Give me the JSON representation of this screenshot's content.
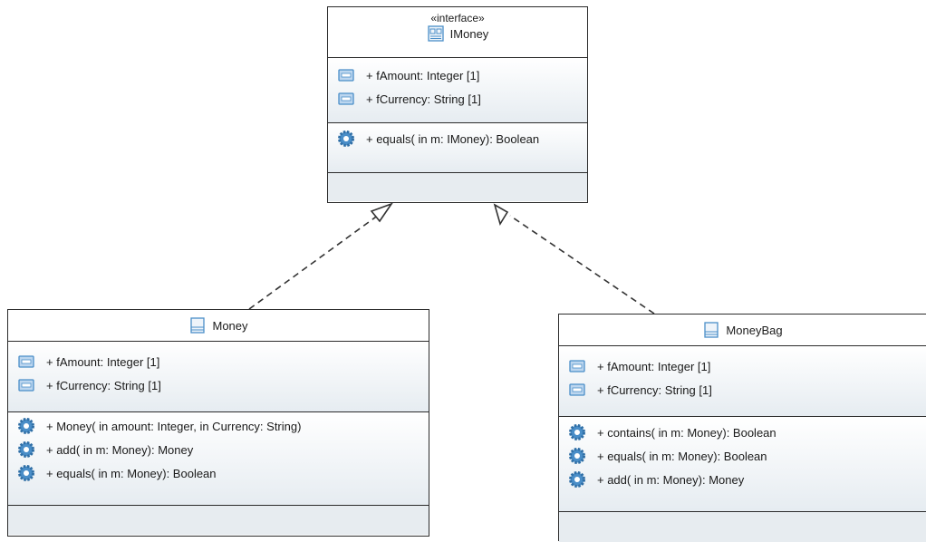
{
  "interface": {
    "stereotype": "«interface»",
    "name": "IMoney",
    "attributes": [
      "+ fAmount: Integer [1]",
      "+ fCurrency: String [1]"
    ],
    "operations": [
      "+ equals(  in m: IMoney): Boolean"
    ]
  },
  "money": {
    "name": "Money",
    "attributes": [
      "+ fAmount: Integer [1]",
      "+ fCurrency: String [1]"
    ],
    "operations": [
      "+ Money(  in amount: Integer,   in Currency: String)",
      "+ add(  in m: Money): Money",
      "+ equals(  in m: Money): Boolean"
    ]
  },
  "moneybag": {
    "name": "MoneyBag",
    "attributes": [
      "+ fAmount: Integer [1]",
      "+ fCurrency: String [1]"
    ],
    "operations": [
      "+ contains(  in m: Money): Boolean",
      "+ equals(  in m: Money): Boolean",
      "+ add(  in m: Money): Money"
    ]
  },
  "colors": {
    "border": "#2b2b2b",
    "icon_blue": "#4a8ec8",
    "gradient_end": "#e6ecf1"
  },
  "icons": {
    "attribute": "attribute-field-icon",
    "operation": "operation-gear-icon",
    "class": "class-icon",
    "interface": "interface-icon"
  }
}
